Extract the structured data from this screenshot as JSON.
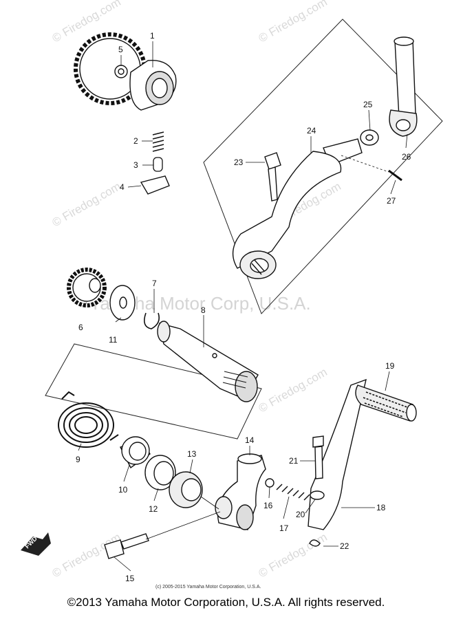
{
  "watermarks": {
    "site": "© Firedog.com",
    "center": "Yamaha Motor Corp, U.S.A."
  },
  "copyright": {
    "small": "(c) 2005-2015 Yamaha Motor Corporation, U.S.A.",
    "main": "©2013 Yamaha Motor Corporation, U.S.A. All rights reserved."
  },
  "direction_marker": "FWD",
  "callouts": {
    "c1": "1",
    "c2": "2",
    "c3": "3",
    "c4": "4",
    "c5": "5",
    "c6": "6",
    "c7": "7",
    "c8": "8",
    "c9": "9",
    "c10": "10",
    "c11": "11",
    "c12": "12",
    "c13": "13",
    "c14": "14",
    "c15": "15",
    "c16": "16",
    "c17": "17",
    "c18": "18",
    "c19": "19",
    "c20": "20",
    "c21": "21",
    "c22": "22",
    "c23": "23",
    "c24": "24",
    "c25": "25",
    "c26": "26",
    "c27": "27"
  }
}
